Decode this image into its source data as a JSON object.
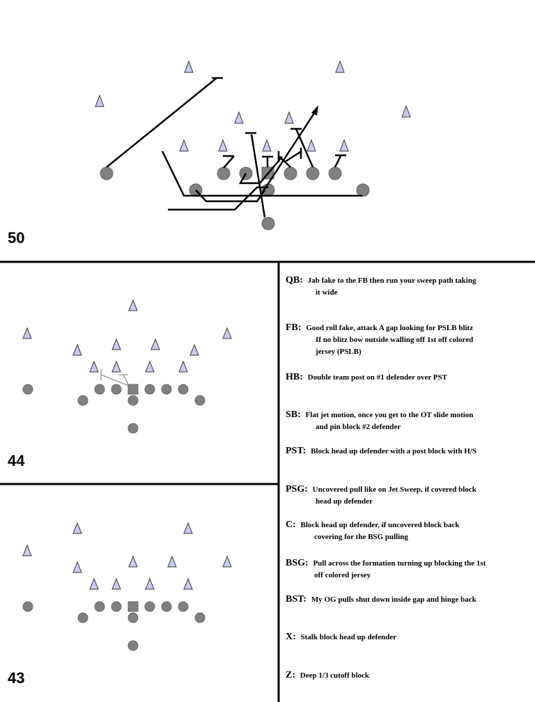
{
  "panels": {
    "top": {
      "label": "50"
    },
    "middle": {
      "label": "44"
    },
    "bottom": {
      "label": "43"
    }
  },
  "colors": {
    "defender_fill": "#c8ccf0",
    "player_fill": "#808080",
    "line": "#000000"
  },
  "notes": [
    {
      "pos": "QB:",
      "line1": "Jab fake to the FB then run your sweep path taking",
      "line2": "it wide"
    },
    {
      "pos": "FB:",
      "line1": "Good roll fake, attack A gap looking for PSLB blitz",
      "line2": "If no blitz bow outside walling off 1st off colored",
      "line3": "jersey  (PSLB)"
    },
    {
      "pos": "HB:",
      "line1": "Double team post on #1 defender over PST"
    },
    {
      "pos": "SB:",
      "line1": "Flat jet motion, once you get to the OT slide motion",
      "line2": "and pin block  #2 defender"
    },
    {
      "pos": "PST:",
      "line1": "Block head up defender with a post block with H/S"
    },
    {
      "pos": "PSG:",
      "line1": "Uncovered pull like on Jet Sweep, if covered block",
      "line2": "head up defender"
    },
    {
      "pos": "C:",
      "line1": "Block head up defender, if uncovered block back",
      "line2": "covering for the BSG pulling"
    },
    {
      "pos": "BSG:",
      "line1": "Pull across the formation turning up blocking the 1st",
      "line2": "off colored jersey"
    },
    {
      "pos": "BST:",
      "line1": "My OG pulls shut down inside gap and hinge back"
    },
    {
      "pos": "X:",
      "line1": "Stalk block head up defender"
    },
    {
      "pos": "Z:",
      "line1": "Deep 1/3 cutoff block"
    }
  ]
}
